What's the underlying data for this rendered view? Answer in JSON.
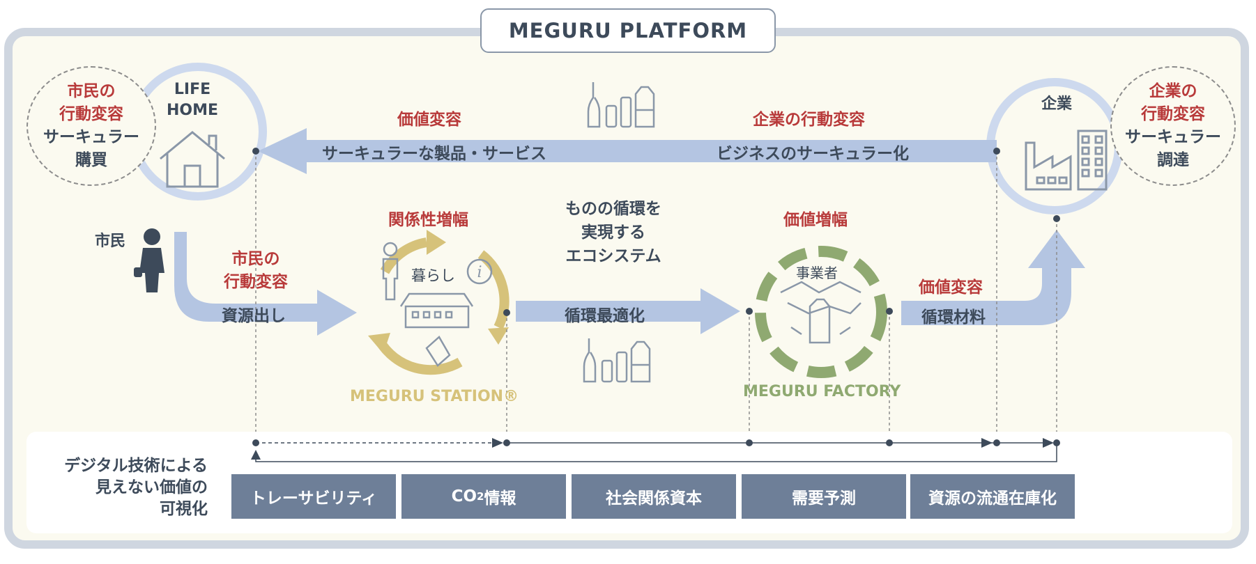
{
  "title": "MEGURU PLATFORM",
  "citizen_bubble": {
    "l1": "市民の",
    "l2": "行動変容",
    "l3": "サーキュラー",
    "l4": "購買"
  },
  "company_bubble": {
    "l1": "企業の",
    "l2": "行動変容",
    "l3": "サーキュラー",
    "l4": "調達"
  },
  "life_home": {
    "l1": "LIFE",
    "l2": "HOME"
  },
  "company_label": "企業",
  "citizen_label": "市民",
  "top_arrow": {
    "left_red": "価値変容",
    "right_red": "企業の行動変容",
    "left_text": "サーキュラーな製品・サービス",
    "right_text": "ビジネスのサーキュラー化"
  },
  "citizen_arrow": {
    "red_l1": "市民の",
    "red_l2": "行動変容",
    "text": "資源出し"
  },
  "station": {
    "red": "関係性増幅",
    "inner": "暮らし",
    "name": "MEGURU STATION®"
  },
  "center_text": {
    "l1": "ものの循環を",
    "l2": "実現する",
    "l3": "エコシステム"
  },
  "mid_arrow": "循環最適化",
  "factory": {
    "red": "価値増幅",
    "inner": "事業者",
    "name": "MEGURU FACTORY"
  },
  "right_arrow": {
    "red": "価値変容",
    "text": "循環材料"
  },
  "digital": {
    "l1": "デジタル技術による",
    "l2": "見えない価値の",
    "l3": "可視化"
  },
  "tags": [
    "トレーサビリティ",
    "CO",
    "2",
    "情報",
    "社会関係資本",
    "需要予測",
    "資源の流通在庫化"
  ],
  "colors": {
    "frame": "#cfd6e0",
    "background": "#fbfaf0",
    "arrow": "#b4c5e2",
    "red": "#b83a3a",
    "gold": "#d6c27a",
    "green": "#8fa971",
    "tag": "#6e7f98",
    "text": "#3d4a5a"
  }
}
